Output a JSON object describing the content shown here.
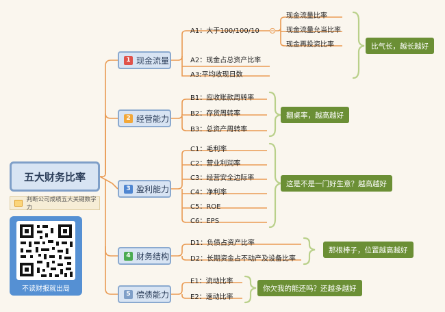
{
  "root": {
    "title": "五大财务比率",
    "subtitle": "判断公司成绩五大关键数字力"
  },
  "qr": {
    "caption": "不读财报就出局"
  },
  "categories": [
    {
      "num": "1",
      "label": "现金流量",
      "color": "#e0524a"
    },
    {
      "num": "2",
      "label": "经营能力",
      "color": "#f2a83a"
    },
    {
      "num": "3",
      "label": "盈利能力",
      "color": "#4f86d1"
    },
    {
      "num": "4",
      "label": "财务结构",
      "color": "#4bab52"
    },
    {
      "num": "5",
      "label": "偿债能力",
      "color": "#7f9fc8"
    }
  ],
  "items": {
    "a1": "A1：大于100/100/10",
    "a1_subs": [
      "现金流量比率",
      "现金流量允当比率",
      "现金再投资比率"
    ],
    "a2": "A2：现金占总资产比率",
    "a3": "A3:平均收现日数",
    "b": [
      "B1：应收账款周转率",
      "B2：存货周转率",
      "B3：总资产周转率"
    ],
    "c": [
      "C1：毛利率",
      "C2：营业利润率",
      "C3：经营安全边际率",
      "C4：净利率",
      "C5：ROE",
      "C6：EPS"
    ],
    "d": [
      "D1：负债占资产比率",
      "D2：长期资金占不动产及设备比率"
    ],
    "e": [
      "E1：流动比率",
      "E2：速动比率"
    ]
  },
  "notes": [
    "比气长，越长越好",
    "翻桌率，越高越好",
    "这是不是一门好生意？越高越好",
    "那根棒子，位置越高越好",
    "你欠我的能还吗？还越多越好"
  ]
}
